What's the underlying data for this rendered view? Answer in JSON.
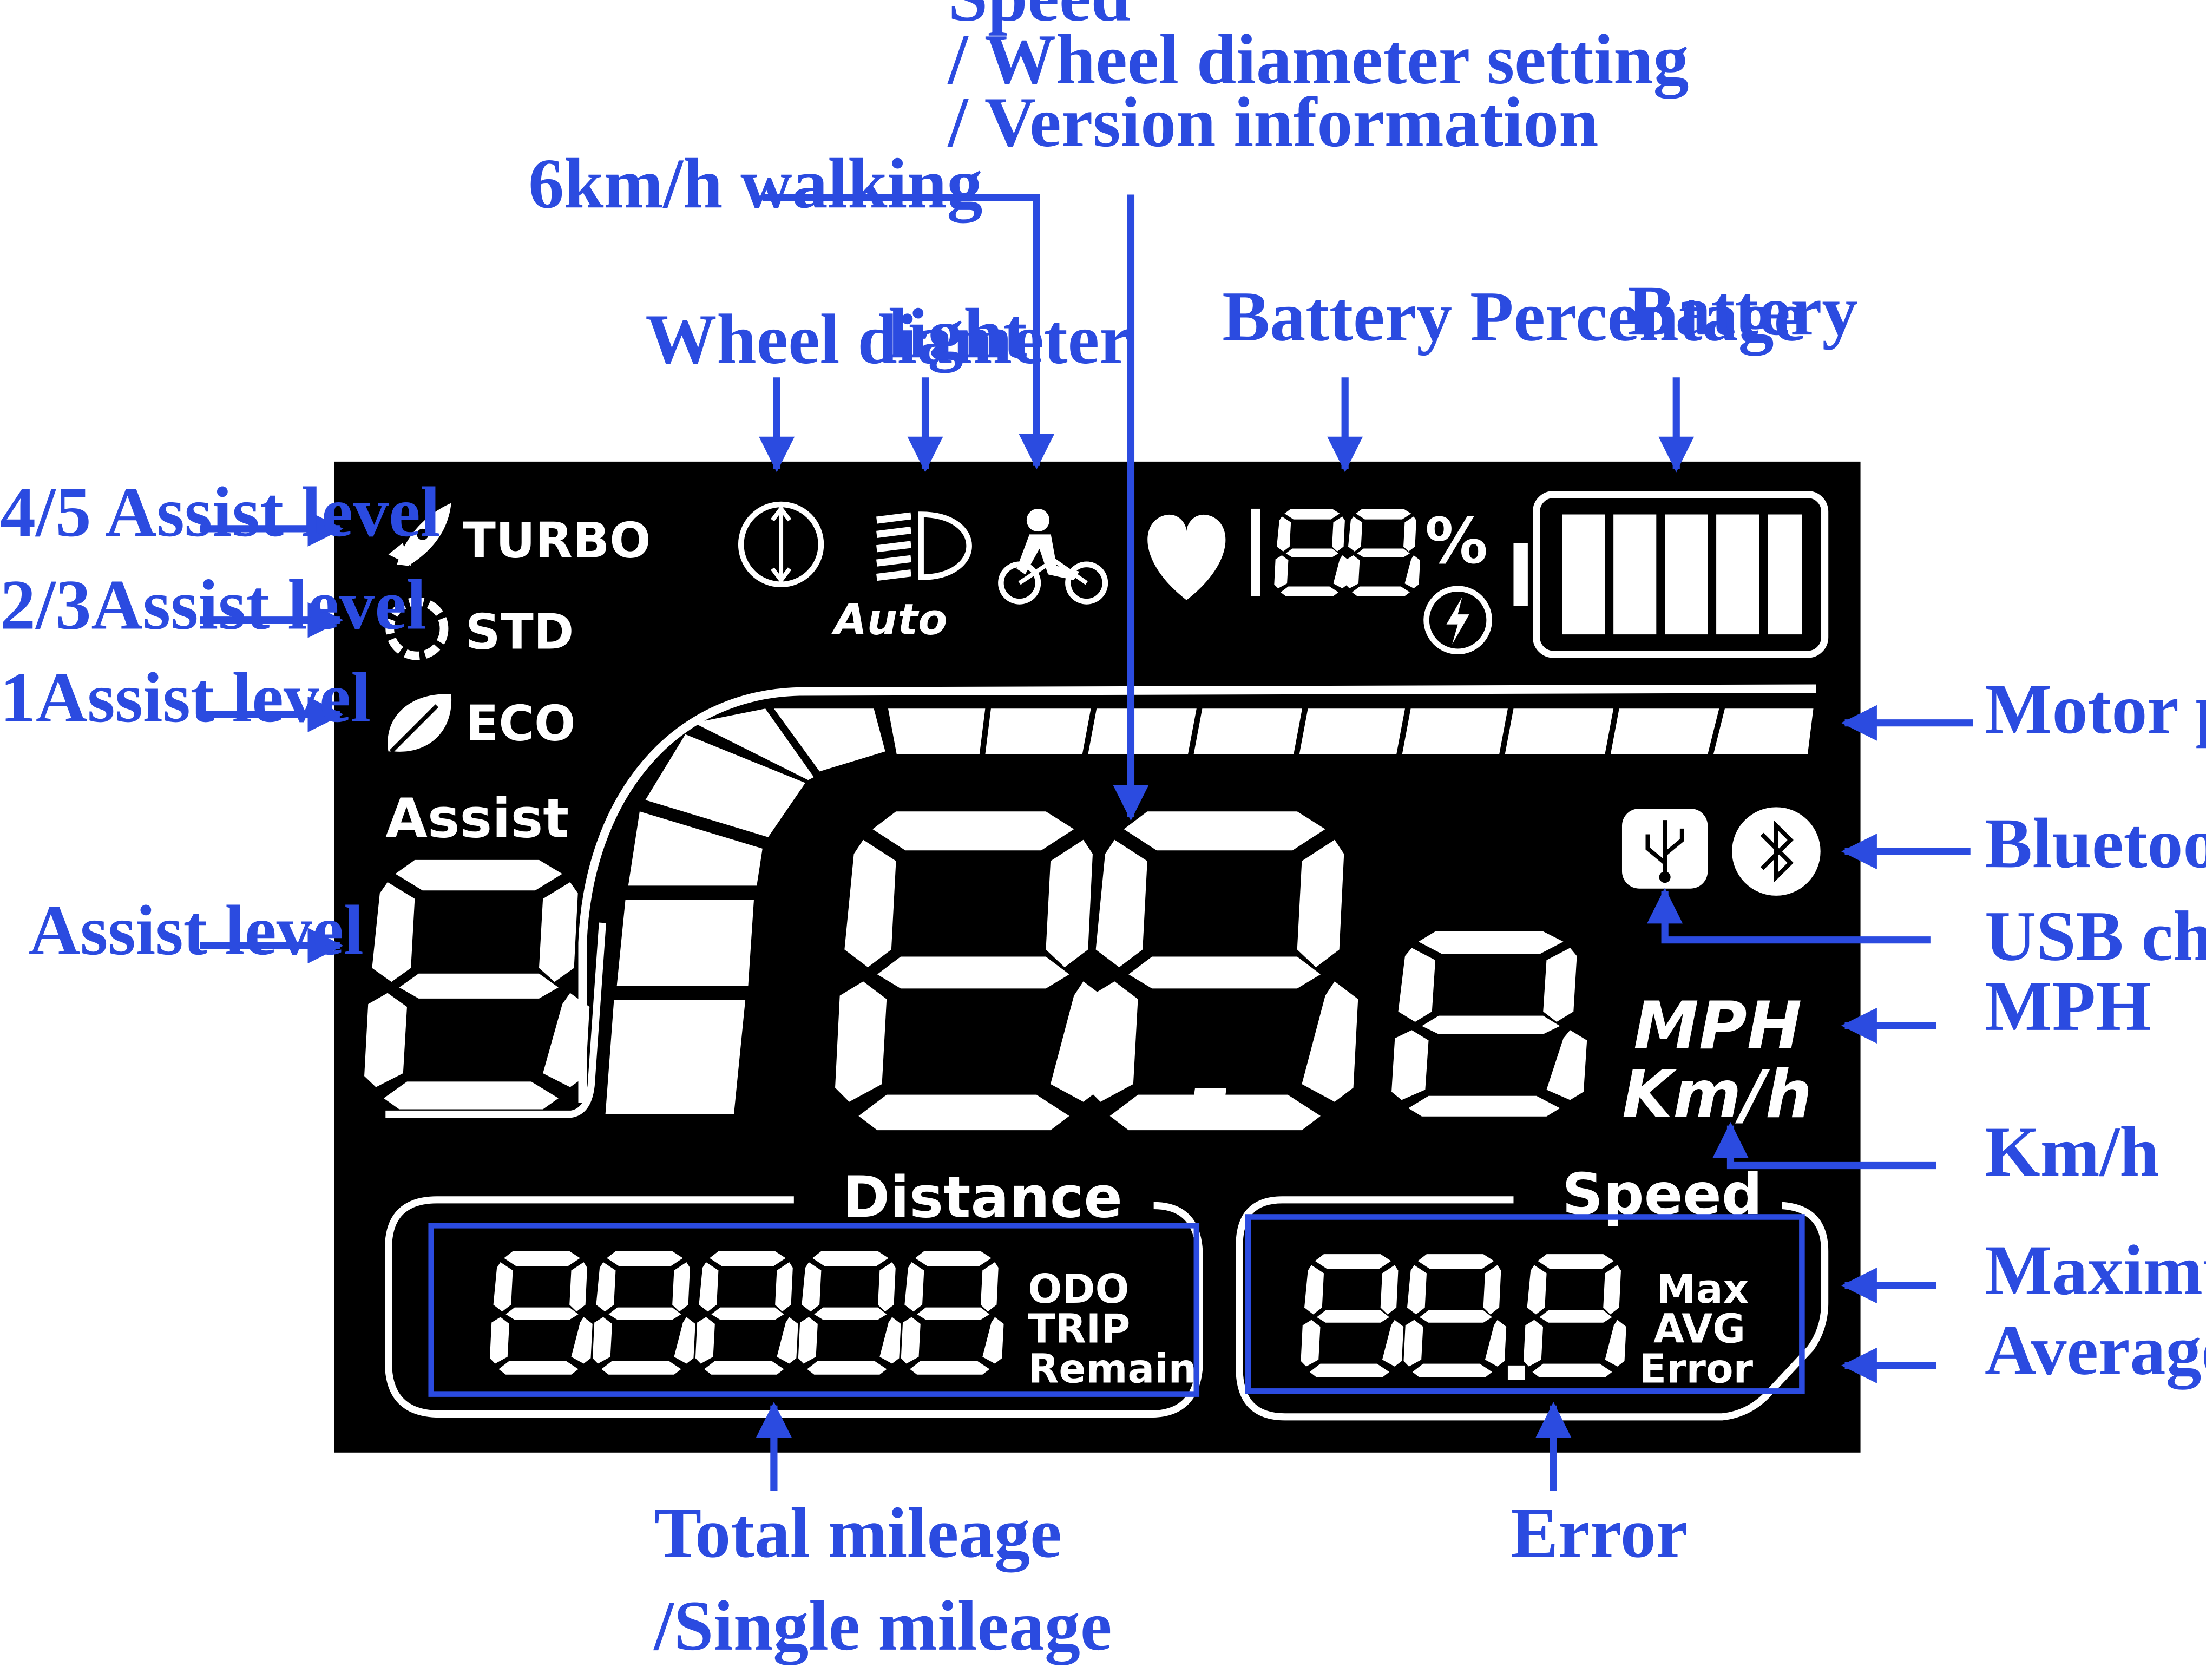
{
  "display": {
    "mode_labels": {
      "turbo": "TURBO",
      "std": "STD",
      "eco": "ECO"
    },
    "assist_label": "Assist",
    "auto_label": "Auto",
    "distance_label": "Distance",
    "speed_label": "Speed",
    "mph_label": "MPH",
    "kmh_label": "Km/h",
    "percent_sign": "%",
    "distance_modes": [
      "ODO",
      "TRIP",
      "Remain"
    ],
    "speed_modes": [
      "Max",
      "AVG",
      "Error"
    ]
  },
  "callouts": {
    "speed": "Speed",
    "wheel_setting": "/ Wheel diameter setting",
    "version": "/ Version information",
    "walking": "6km/h walking",
    "wheel_diameter": "Wheel diameter",
    "light": "light",
    "battery_percentage": "Battery Percentage",
    "battery": "Battery",
    "turbo_level": "4/5 Assist level",
    "std_level": "2/3Assist level",
    "eco_level": "1Assist level",
    "assist_level": "Assist level",
    "motor_power": "Motor power",
    "bluetooth": "Bluetooth",
    "usb": "USB charging",
    "mph": "MPH",
    "kmh": "Km/h",
    "max_speed": "Maximum speed",
    "avg_speed": "Average speed",
    "total_mileage": "Total mileage",
    "single_mileage": "/Single mileage",
    "error": "Error"
  },
  "colors": {
    "lcd_bg": "#000000",
    "lcd_fg": "#ffffff",
    "callout": "#2B4BE0"
  },
  "icons": [
    "rocket-icon",
    "gear-icon",
    "leaf-icon",
    "wheel-diameter-icon",
    "headlight-icon",
    "walking-bike-icon",
    "heart-icon",
    "lightning-icon",
    "battery-icon",
    "usb-icon",
    "bluetooth-icon"
  ]
}
